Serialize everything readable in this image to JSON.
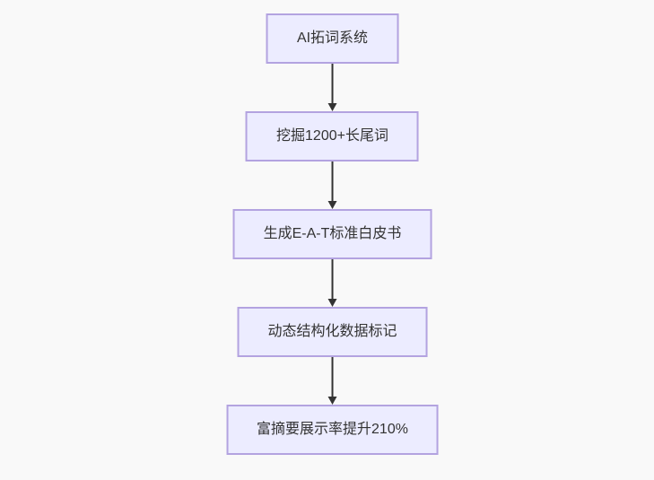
{
  "diagram": {
    "type": "flowchart",
    "direction": "top-down",
    "nodes": [
      {
        "id": "n1",
        "label": "AI拓词系统"
      },
      {
        "id": "n2",
        "label": "挖掘1200+长尾词"
      },
      {
        "id": "n3",
        "label": "生成E-A-T标准白皮书"
      },
      {
        "id": "n4",
        "label": "动态结构化数据标记"
      },
      {
        "id": "n5",
        "label": "富摘要展示率提升210%"
      }
    ],
    "edges": [
      {
        "from": "n1",
        "to": "n2",
        "style": "arrow-down"
      },
      {
        "from": "n2",
        "to": "n3",
        "style": "arrow-down"
      },
      {
        "from": "n3",
        "to": "n4",
        "style": "arrow-down"
      },
      {
        "from": "n4",
        "to": "n5",
        "style": "arrow-down"
      }
    ],
    "colors": {
      "background": "#f9f9f9",
      "node_fill": "#ECECFF",
      "node_border": "#b3a3e0",
      "text": "#333333",
      "arrow": "#333333"
    }
  }
}
